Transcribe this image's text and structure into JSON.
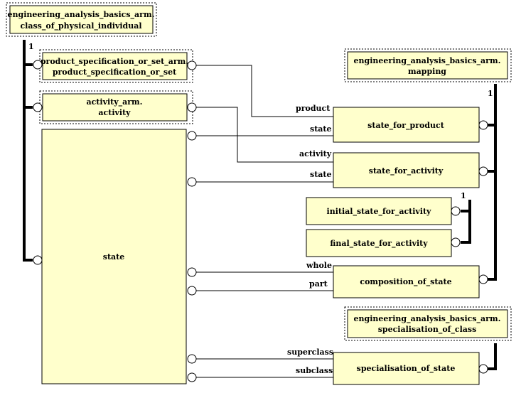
{
  "boxes": {
    "class_of_physical_individual": [
      "engineering_analysis_basics_arm.",
      "class_of_physical_individual"
    ],
    "product_specification_or_set": [
      "product_specification_or_set_arm.",
      "product_specification_or_set"
    ],
    "activity": [
      "activity_arm.",
      "activity"
    ],
    "state": "state",
    "mapping": [
      "engineering_analysis_basics_arm.",
      "mapping"
    ],
    "state_for_product": "state_for_product",
    "state_for_activity": "state_for_activity",
    "initial_state_for_activity": "initial_state_for_activity",
    "final_state_for_activity": "final_state_for_activity",
    "composition_of_state": "composition_of_state",
    "specialisation_of_class": [
      "engineering_analysis_basics_arm.",
      "specialisation_of_class"
    ],
    "specialisation_of_state": "specialisation_of_state"
  },
  "roles": {
    "product": "product",
    "state_sfp": "state",
    "activity": "activity",
    "state_sfa": "state",
    "whole": "whole",
    "part": "part",
    "superclass": "superclass",
    "subclass": "subclass"
  },
  "cardinality": {
    "left": "1",
    "mapping": "1",
    "activity": "1"
  }
}
